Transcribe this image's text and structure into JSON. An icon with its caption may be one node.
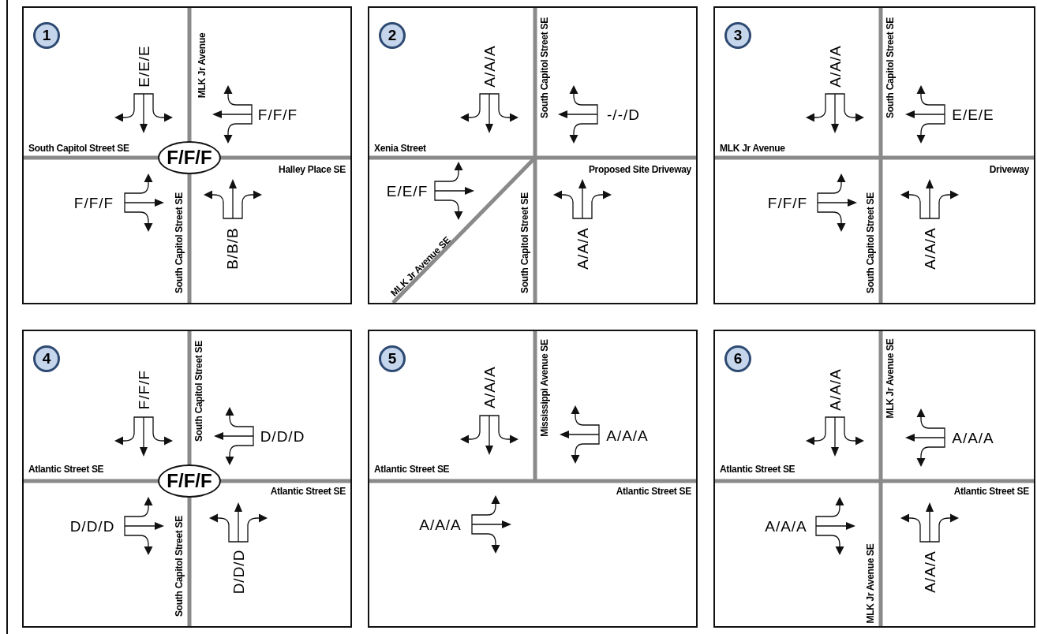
{
  "diagram": {
    "nodes": [
      {
        "text": [],
        "shape": "box"
      },
      {
        "text": [
          "1"
        ],
        "in": 0
      },
      {
        "text": [
          "F/F/F"
        ],
        "in": 0
      },
      {
        "text": [],
        "shape": "box"
      },
      {
        "text": [
          "2"
        ],
        "in": 3
      },
      {
        "text": [],
        "shape": "box"
      },
      {
        "text": [
          "3"
        ],
        "in": 5
      },
      {
        "text": [],
        "shape": "box"
      },
      {
        "text": [
          "4"
        ],
        "in": 7
      },
      {
        "text": [
          "F/F/F"
        ],
        "in": 7
      },
      {
        "text": [],
        "shape": "box"
      },
      {
        "text": [
          "5"
        ],
        "in": 10
      },
      {
        "text": [],
        "shape": "box"
      },
      {
        "text": [
          "6"
        ],
        "in": 12
      }
    ],
    "edges": [],
    "labels": [
      "E/E/E",
      "MLK Jr Avenue",
      "F/F/F",
      "South Capitol Street SE",
      "Halley Place SE",
      "F/F/F",
      "South Capitol Street SE",
      "B/B/B",
      "A/A/A",
      "South Capitol Street SE",
      "-/-/D",
      "Xenia Street",
      "Proposed Site Driveway",
      "E/E/F",
      "MLK Jr Avenue SE",
      "South Capitol Street SE",
      "A/A/A",
      "A/A/A",
      "South Capitol Street SE",
      "E/E/E",
      "MLK Jr Avenue",
      "Driveway",
      "F/F/F",
      "South Capitol Street SE",
      "A/A/A",
      "F/F/F",
      "South Capitol Street SE",
      "D/D/D",
      "Atlantic Street SE",
      "Atlantic Street SE",
      "D/D/D",
      "South Capitol Street SE",
      "D/D/D",
      "A/A/A",
      "Mississippi Avenue SE",
      "A/A/A",
      "Atlantic Street SE",
      "Atlantic Street SE",
      "A/A/A",
      "A/A/A",
      "MLK Jr Avenue SE",
      "A/A/A",
      "Atlantic Street SE",
      "Atlantic Street SE",
      "A/A/A",
      "MLK Jr Avenue SE",
      "A/A/A"
    ]
  }
}
